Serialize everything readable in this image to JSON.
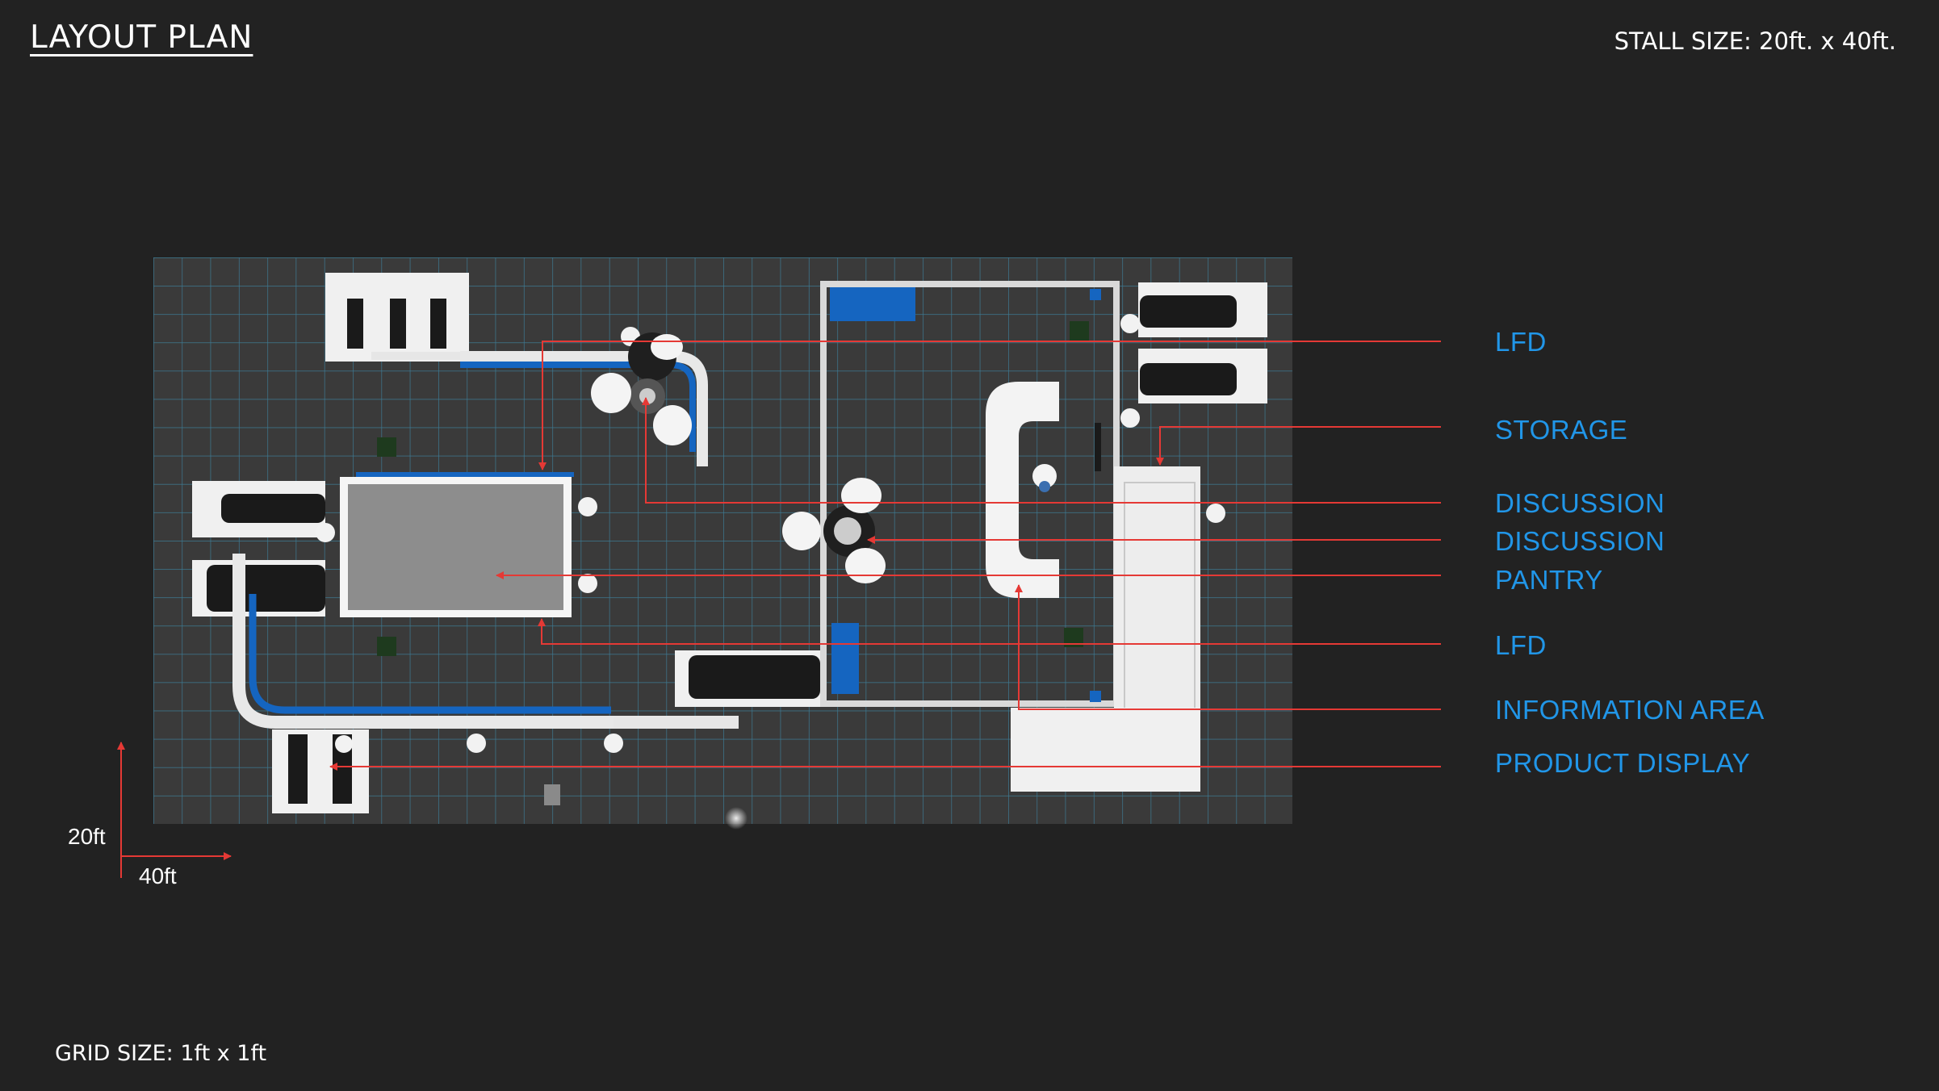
{
  "header": {
    "title": "LAYOUT PLAN",
    "stall_size": "STALL SIZE: 20ft. x 40ft."
  },
  "footer": {
    "grid_size": "GRID SIZE: 1ft x 1ft"
  },
  "axes": {
    "vertical_label": "20ft",
    "horizontal_label": "40ft",
    "arrow_color": "#e53935"
  },
  "legend": [
    {
      "label": "LFD"
    },
    {
      "label": "STORAGE"
    },
    {
      "label": "DISCUSSION"
    },
    {
      "label": "DISCUSSION"
    },
    {
      "label": "PANTRY"
    },
    {
      "label": "LFD"
    },
    {
      "label": "INFORMATION AREA"
    },
    {
      "label": "PRODUCT DISPLAY"
    }
  ],
  "colors": {
    "background": "#222222",
    "floor": "#3a3a3a",
    "grid_line": "#3d8fb0",
    "leader_line": "#e53935",
    "legend_text": "#2196e8",
    "accent_blue": "#1565c0",
    "furniture_white": "#f2f2f2"
  }
}
